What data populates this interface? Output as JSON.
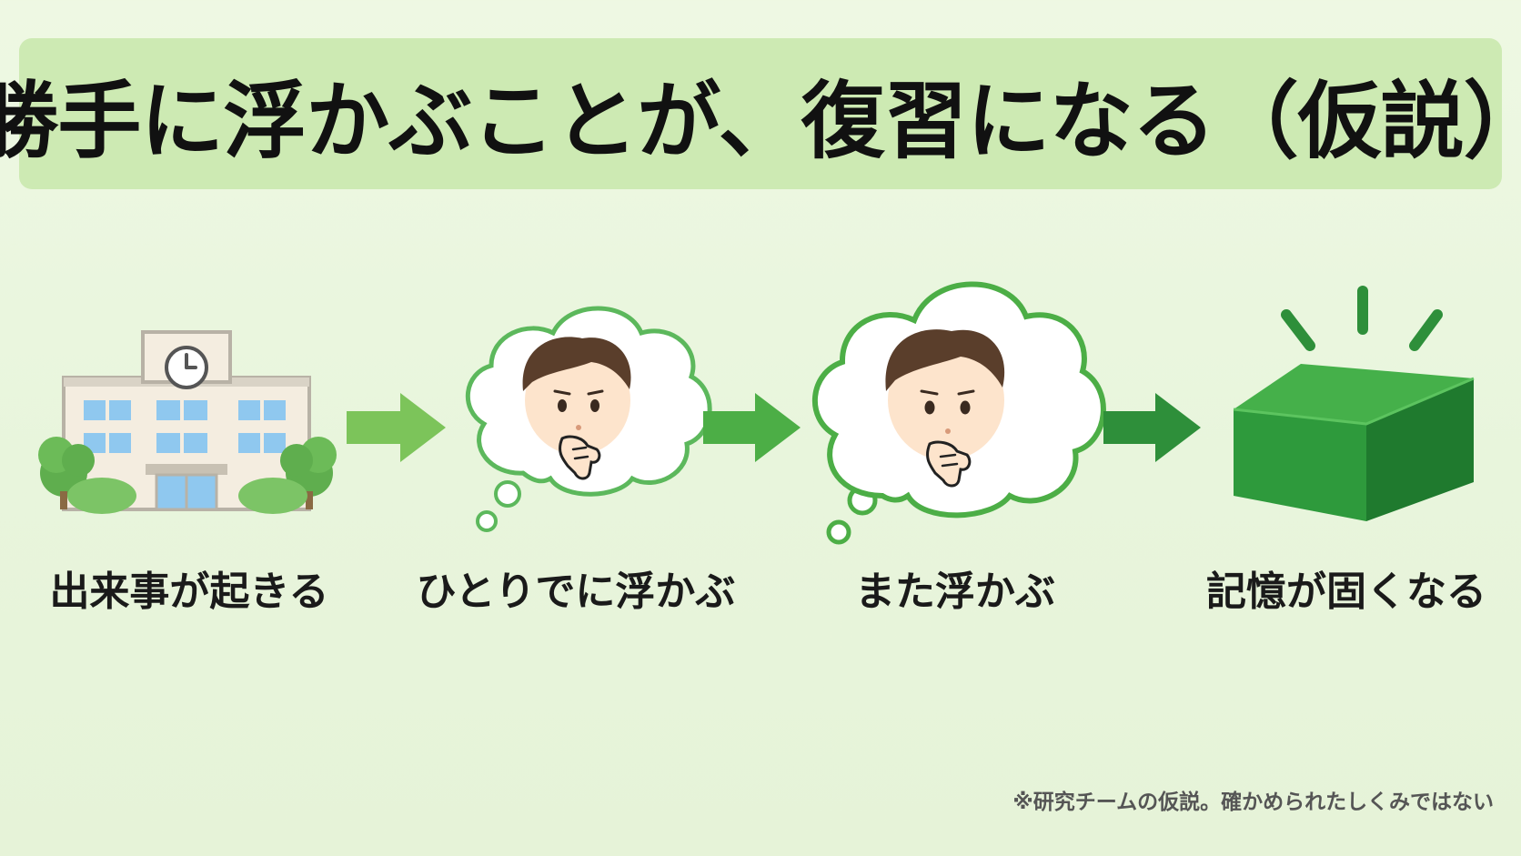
{
  "title": "勝手に浮かぶことが、復習になる（仮説）",
  "steps": [
    {
      "label": "出来事が起きる",
      "icon": "school-building-icon"
    },
    {
      "label": "ひとりでに浮かぶ",
      "icon": "thought-bubble-icon"
    },
    {
      "label": "また浮かぶ",
      "icon": "thought-bubble-large-icon"
    },
    {
      "label": "記憶が固くなる",
      "icon": "solid-block-icon"
    }
  ],
  "footnote": "※研究チームの仮説。確かめられたしくみではない",
  "colors": {
    "banner": "#cdeab3",
    "arrow_light": "#7cc45a",
    "arrow_mid": "#4cae46",
    "arrow_dark": "#2e8f3a",
    "bubble_outline": "#5cb85c",
    "block_top": "#45b04a",
    "block_front": "#2e9a3c",
    "block_side": "#1f7a2e"
  }
}
